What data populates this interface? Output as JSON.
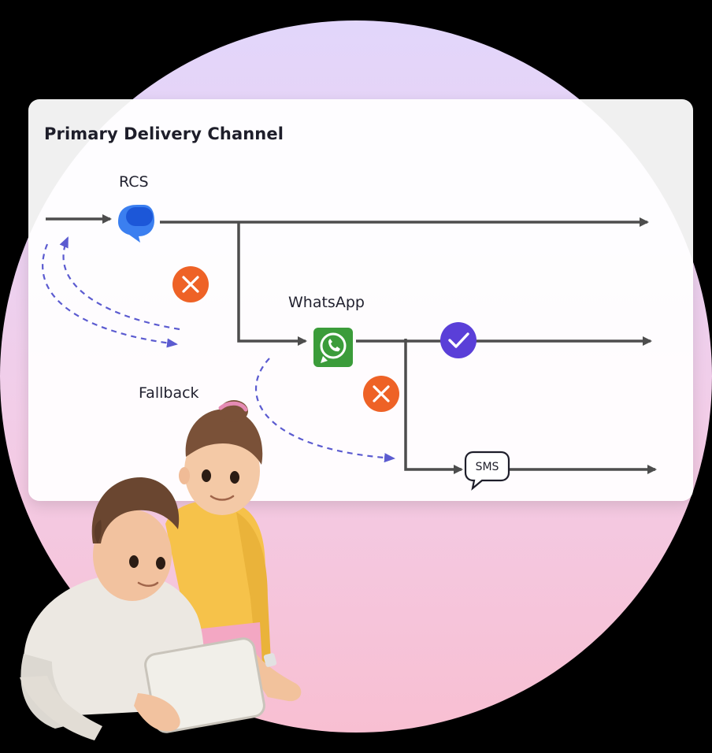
{
  "card": {
    "title": "Primary Delivery Channel"
  },
  "channels": {
    "primary": "RCS",
    "secondary": "WhatsApp",
    "tertiary": "SMS"
  },
  "fallback_label": "Fallback",
  "colors": {
    "background_circle_top": "#e2d6fb",
    "background_circle_bottom": "#f8bfd2",
    "line": "#4d4d4d",
    "dashed_arrow": "#5b5bd0",
    "fail_badge": "#ee6226",
    "success_badge": "#5a3fd8",
    "rcs_blue": "#2f6fe4",
    "whatsapp_green": "#3b9c3a"
  },
  "icons": {
    "rcs": "rcs-chat-icon",
    "whatsapp": "whatsapp-icon",
    "sms": "sms-bubble-icon",
    "fail": "x-circle-icon",
    "success": "check-circle-icon"
  }
}
